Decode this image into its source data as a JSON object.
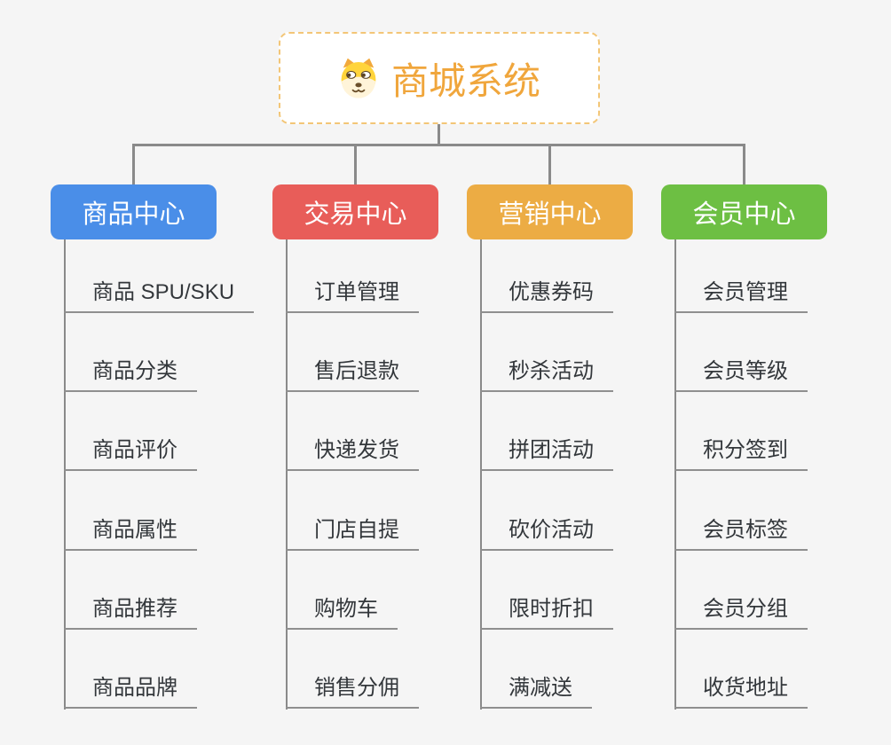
{
  "colors": {
    "bg": "#F5F5F5",
    "connector": "#8A8A8A",
    "underline": "#8F8F8F",
    "leaf-text": "#33373B",
    "node-text": "#FFFFFF",
    "root-text": "#F0A63C",
    "root-border": "#F3C677"
  },
  "root": {
    "label": "商城系统",
    "icon": "dog-face"
  },
  "branches": [
    {
      "label": "商品中心",
      "color": "#4A8EE8",
      "children": [
        "商品 SPU/SKU",
        "商品分类",
        "商品评价",
        "商品属性",
        "商品推荐",
        "商品品牌"
      ]
    },
    {
      "label": "交易中心",
      "color": "#E85D59",
      "children": [
        "订单管理",
        "售后退款",
        "快递发货",
        "门店自提",
        "购物车",
        "销售分佣"
      ]
    },
    {
      "label": "营销中心",
      "color": "#ECAC44",
      "children": [
        "优惠券码",
        "秒杀活动",
        "拼团活动",
        "砍价活动",
        "限时折扣",
        "满减送"
      ]
    },
    {
      "label": "会员中心",
      "color": "#6DBF43",
      "children": [
        "会员管理",
        "会员等级",
        "积分签到",
        "会员标签",
        "会员分组",
        "收货地址"
      ]
    }
  ]
}
